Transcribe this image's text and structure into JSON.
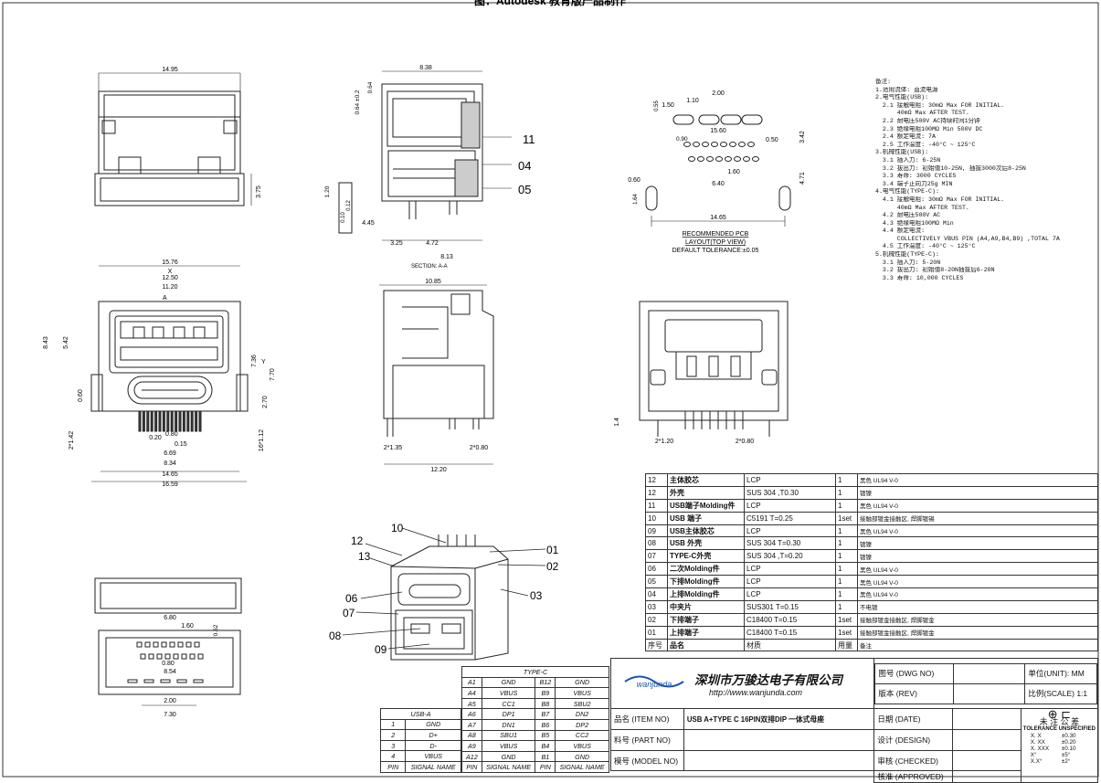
{
  "top_title": "图：Autodesk 教育版产品制作",
  "top_view": {
    "dims": [
      "14.95",
      "3.75"
    ]
  },
  "section_view": {
    "dims": [
      "8.38",
      "0.64",
      "0.64 ±0.2",
      "1.20",
      "0.10",
      "0.12",
      "4.45",
      "3.25",
      "4.72",
      "8.13"
    ],
    "callouts": [
      "11",
      "04",
      "05"
    ],
    "caption": "SECTION: A-A"
  },
  "pcb_layout": {
    "dims": [
      "2.00",
      "1.10",
      "1.50",
      "0.55",
      "15.60",
      "0.90",
      "0.50",
      "3.42",
      "1.60",
      "6.40",
      "4.71",
      "0.60",
      "1.64",
      "14.65"
    ],
    "caption_lines": [
      "RECOMMENDED PCB",
      "LAYOUT(TOP VIEW)",
      "DEFAULT TOLERANCE:±0.05"
    ]
  },
  "front_view": {
    "dims": [
      "15.76",
      "12.50",
      "11.20",
      "8.43",
      "5.42",
      "7.36",
      "7.70",
      "0.60",
      "2.70",
      "2*1.42",
      "16*1.12",
      "0.20",
      "0.15",
      "0.80",
      "6.69",
      "8.34",
      "14.65",
      "16.59"
    ],
    "labels": [
      "X",
      "Y",
      "A"
    ]
  },
  "side_view": {
    "dims": [
      "10.85",
      "2*1.35",
      "2*0.80",
      "12.20"
    ]
  },
  "rear_view": {
    "dims": [
      "1.4",
      "2*1.20",
      "2*0.80"
    ]
  },
  "bottom_view": {
    "dims": [
      "6.80",
      "1.60",
      "0.62",
      "0.80",
      "8.54",
      "2.00",
      "7.30"
    ]
  },
  "iso_callouts": [
    "10",
    "12",
    "13",
    "01",
    "02",
    "03",
    "06",
    "07",
    "08",
    "09"
  ],
  "notes": [
    "备注:",
    "1.适用流体: 直流电源",
    "2.电气性能(USB):",
    "  2.1 接触电阻: 30mΩ Max FOR INITIAL.",
    "      40mΩ Max AFTER TEST.",
    "  2.2 耐电压500V AC持续时间1分钟",
    "  2.3 绝缘电阻100MΩ Min 500V DC",
    "  2.4 额定电流: 7A",
    "  2.5 工作温度: -40°C ~ 125°C",
    "3.机械性能(USB):",
    "  3.1 插入力: 6-25N",
    "  3.2 拔出力: 初始值10-25N, 插拔3000次后8-25N",
    "  3.3 寿命: 3000 CYCLES",
    "  3.4 端子正向力25g MIN",
    "4.电气性能(TYPE-C):",
    "  4.1 接触电阻: 30mΩ Max FOR INITIAL.",
    "      40mΩ Max AFTER TEST.",
    "  4.2 耐电压500V AC",
    "  4.3 绝缘电阻100MΩ Min",
    "  4.4 额定电流:",
    "      COLLECTIVELY VBUS PIN (A4,A9,B4,B9) ,TOTAL 7A",
    "  4.5 工作温度: -40°C ~ 125°C",
    "5.机械性能(TYPE-C):",
    "  3.1 插入力: 5-20N",
    "  3.2 拔出力: 初始值8-20N插拔后6-20N",
    "  3.3 寿命: 10,000 CYCLES"
  ],
  "bom": [
    [
      "12",
      "主体胶芯",
      "LCP",
      "1",
      "黑色 UL94 V-0"
    ],
    [
      "12",
      "外壳",
      "SUS 304 ,T0.30",
      "1",
      "镀镍"
    ],
    [
      "11",
      "USB端子Molding件",
      "LCP",
      "1",
      "黑色 UL94 V-0"
    ],
    [
      "10",
      "USB 端子",
      "C5191  T=0.25",
      "1set",
      "接触部镀金接触区, 焊脚镀锡"
    ],
    [
      "09",
      "USB主体胶芯",
      "LCP",
      "1",
      "黑色 UL94 V-0"
    ],
    [
      "08",
      "USB 外壳",
      "SUS 304 T=0.30",
      "1",
      "镀镍"
    ],
    [
      "07",
      "TYPE-C外壳",
      "SUS 304 ,T=0.20",
      "1",
      "镀镍"
    ],
    [
      "06",
      "二次Molding件",
      "LCP",
      "1",
      "黑色 UL94 V-0"
    ],
    [
      "05",
      "下排Molding件",
      "LCP",
      "1",
      "黑色 UL94 V-0"
    ],
    [
      "04",
      "上排Molding件",
      "LCP",
      "1",
      "黑色 UL94 V-0"
    ],
    [
      "03",
      "中夹片",
      "SUS301  T=0.15",
      "1",
      "不电镀"
    ],
    [
      "02",
      "下排端子",
      "C18400 T=0.15",
      "1set",
      "接触部镀金接触区, 焊脚镀金"
    ],
    [
      "01",
      "上排端子",
      "C18400 T=0.15",
      "1set",
      "接触部镀金接触区, 焊脚镀金"
    ],
    [
      "序号",
      "品名",
      "材质",
      "用量",
      "备注"
    ]
  ],
  "type_c_table": {
    "title": "TYPE-C",
    "rows": [
      [
        "A1",
        "GND",
        "B12",
        "GND"
      ],
      [
        "A4",
        "VBUS",
        "B9",
        "VBUS"
      ],
      [
        "A5",
        "CC1",
        "B8",
        "SBU2"
      ],
      [
        "A6",
        "DP1",
        "B7",
        "DN2"
      ],
      [
        "A7",
        "DN1",
        "B6",
        "DP2"
      ],
      [
        "A8",
        "SBU1",
        "B5",
        "CC2"
      ],
      [
        "A9",
        "VBUS",
        "B4",
        "VBUS"
      ],
      [
        "A12",
        "GND",
        "B1",
        "GND"
      ]
    ],
    "footer": [
      "PIN",
      "SIGNAL NAME",
      "PIN",
      "SIGNAL NAME"
    ]
  },
  "usb_a_table": {
    "title": "USB-A",
    "rows": [
      [
        "1",
        "GND"
      ],
      [
        "2",
        "D+"
      ],
      [
        "3",
        "D-"
      ],
      [
        "4",
        "VBUS"
      ]
    ],
    "footer": [
      "PIN",
      "SIGNAL NAME"
    ]
  },
  "title_block": {
    "company": "深圳市万骏达电子有限公司",
    "url": "http://www.wanjunda.com",
    "logo_text": "wanjunda",
    "dwg_no_label": "图号 (DWG NO)",
    "unit_label": "单位(UNIT): MM",
    "rev_label": "版本 (REV)",
    "scale_label": "比例(SCALE) 1:1",
    "date_label": "日期 (DATE)",
    "design_label": "设计 (DESIGN)",
    "checked_label": "审核 (CHECKED)",
    "approved_label": "核准 (APPROVED)",
    "item_no_label": "品名 (ITEM NO)",
    "item_no_value": "USB A+TYPE C 16PIN双排DIP 一体式母座",
    "part_no_label": "料号 (PART NO)",
    "model_no_label": "模号 (MODEL NO)",
    "tolerance_title": "未 注 公 差",
    "tolerance_sub": "TOLERANCE UNSPECIFIED",
    "tolerances": [
      [
        "X. X",
        "±0.30"
      ],
      [
        "X. XX",
        "±0.20"
      ],
      [
        "X. XXX",
        "±0.10"
      ],
      [
        "X°",
        "±5°"
      ],
      [
        "X.X°",
        "±2°"
      ]
    ]
  }
}
